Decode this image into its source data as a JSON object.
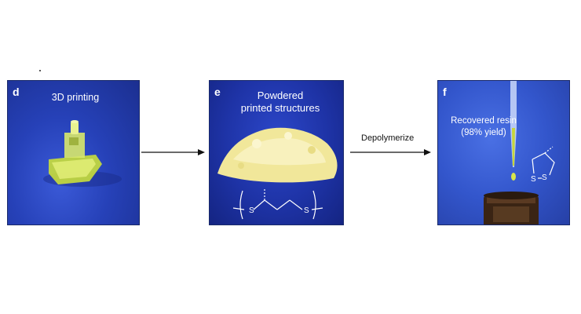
{
  "panels": {
    "d": {
      "letter": "d",
      "caption": "3D printing"
    },
    "e": {
      "letter": "e",
      "caption_line1": "Powdered",
      "caption_line2": "printed structures"
    },
    "f": {
      "letter": "f",
      "caption_line1": "Recovered resin",
      "caption_line2": "(98% yield)"
    }
  },
  "arrows": {
    "step2_label": "Depolymerize"
  },
  "colors": {
    "background_blue": "#2641b8",
    "resin_yellow": "#d8e64a",
    "powder_yellow": "#f4eca0"
  }
}
